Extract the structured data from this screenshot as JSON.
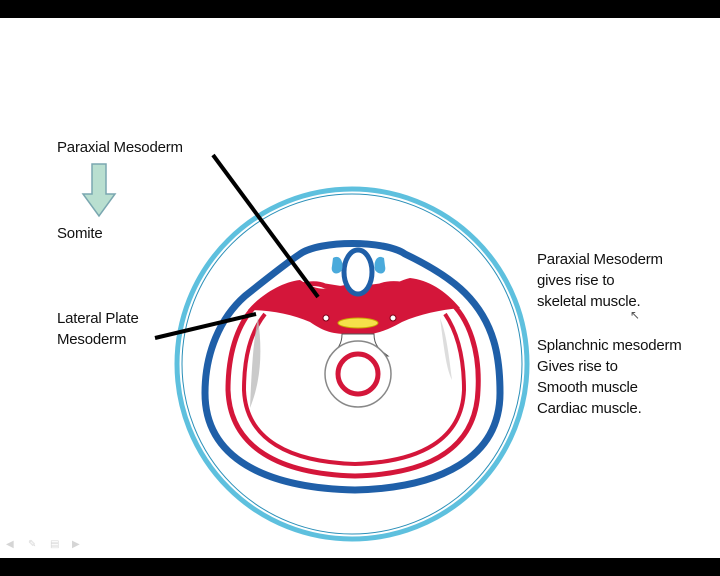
{
  "labels": {
    "paraxial_mesoderm": "Paraxial Mesoderm",
    "somite": "Somite",
    "lateral_plate_line1": "Lateral Plate",
    "lateral_plate_line2": "Mesoderm"
  },
  "notes": {
    "paraxial": [
      "Paraxial Mesoderm",
      "gives rise to",
      "skeletal muscle."
    ],
    "splanchnic": [
      "Splanchnic mesoderm",
      "Gives rise to",
      "Smooth muscle",
      "Cardiac muscle."
    ]
  },
  "colors": {
    "outer_ring": "#5ec0de",
    "dark_blue": "#1f5fa8",
    "red": "#d4163a",
    "yellow": "#f5e04a",
    "arrow_fill": "#b9dfd0",
    "arrow_stroke": "#7aa7b0"
  },
  "icons": [
    "arrow-down-icon",
    "cursor-icon"
  ]
}
